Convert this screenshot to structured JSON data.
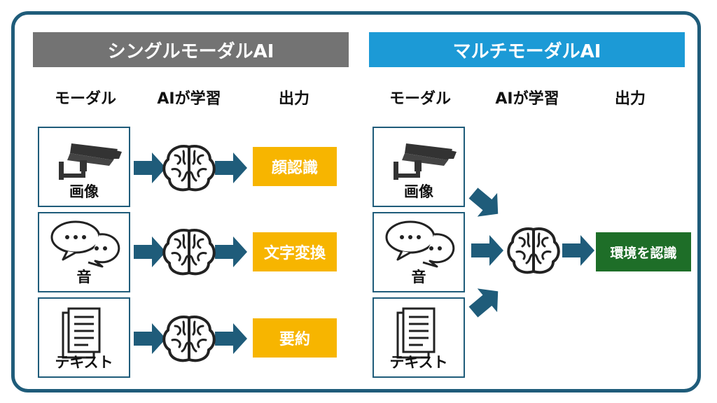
{
  "single": {
    "title": "シングルモーダルAI",
    "headers": {
      "modal": "モーダル",
      "ai": "AIが学習",
      "output": "出力"
    },
    "rows": [
      {
        "input": "画像",
        "output": "顔認識"
      },
      {
        "input": "音",
        "output": "文字変換"
      },
      {
        "input": "テキスト",
        "output": "要約"
      }
    ]
  },
  "multi": {
    "title": "マルチモーダルAI",
    "headers": {
      "modal": "モーダル",
      "ai": "AIが学習",
      "output": "出力"
    },
    "inputs": [
      "画像",
      "音",
      "テキスト"
    ],
    "output": "環境を認識"
  },
  "colors": {
    "border": "#1f5c7a",
    "arrow": "#1f5c7a",
    "single_banner": "#737373",
    "multi_banner": "#1c9ad6",
    "output_yellow": "#f7b500",
    "output_green": "#1e6e28"
  },
  "icons": [
    "camera-icon",
    "speech-bubbles-icon",
    "document-icon",
    "brain-icon",
    "arrow-right-icon"
  ]
}
